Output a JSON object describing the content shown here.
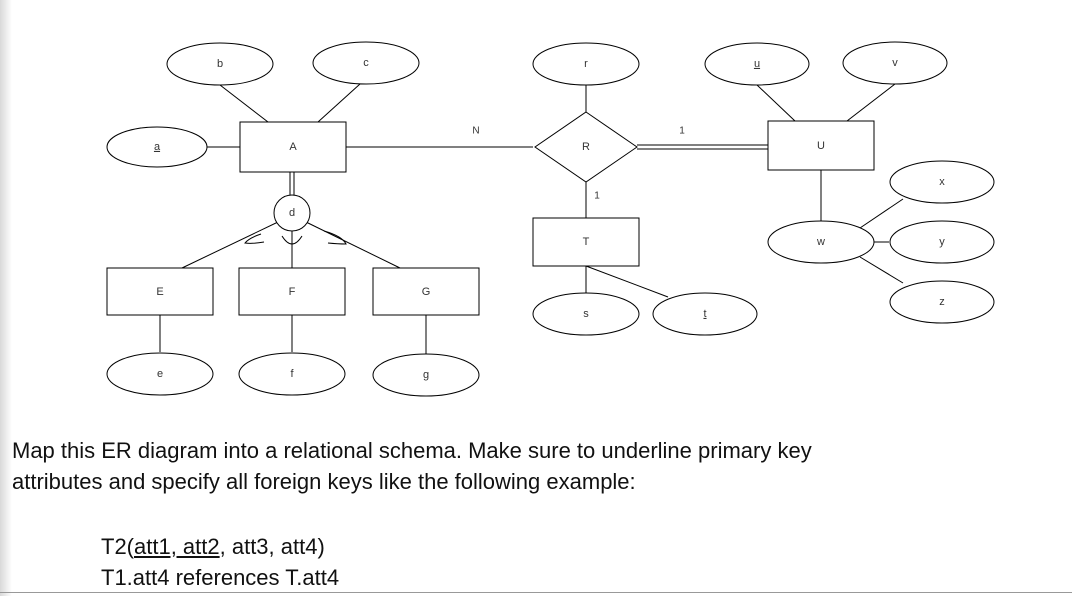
{
  "diagram": {
    "entities": {
      "A": "A",
      "E": "E",
      "F": "F",
      "G": "G",
      "T": "T",
      "U": "U"
    },
    "relationship": {
      "R": "R"
    },
    "specialization": {
      "d": "d"
    },
    "attributes": {
      "a": "a",
      "b": "b",
      "c": "c",
      "e": "e",
      "f": "f",
      "g": "g",
      "r": "r",
      "s": "s",
      "t": "t",
      "u": "u",
      "v": "v",
      "w": "w",
      "x": "x",
      "y": "y",
      "z": "z"
    },
    "key_attributes": [
      "a",
      "t",
      "u"
    ],
    "cardinalities": {
      "A_R": "N",
      "R_U": "1",
      "R_T": "1"
    }
  },
  "question": {
    "line1": "Map this ER diagram into a relational schema. Make sure to underline primary key",
    "line2": "attributes and specify all foreign keys like the following example:"
  },
  "example": {
    "relation_name": "T2(",
    "primary_keys": "att1, att2",
    "rest": ", att3, att4)",
    "foreign_key": "T1.att4 references T.att4"
  }
}
